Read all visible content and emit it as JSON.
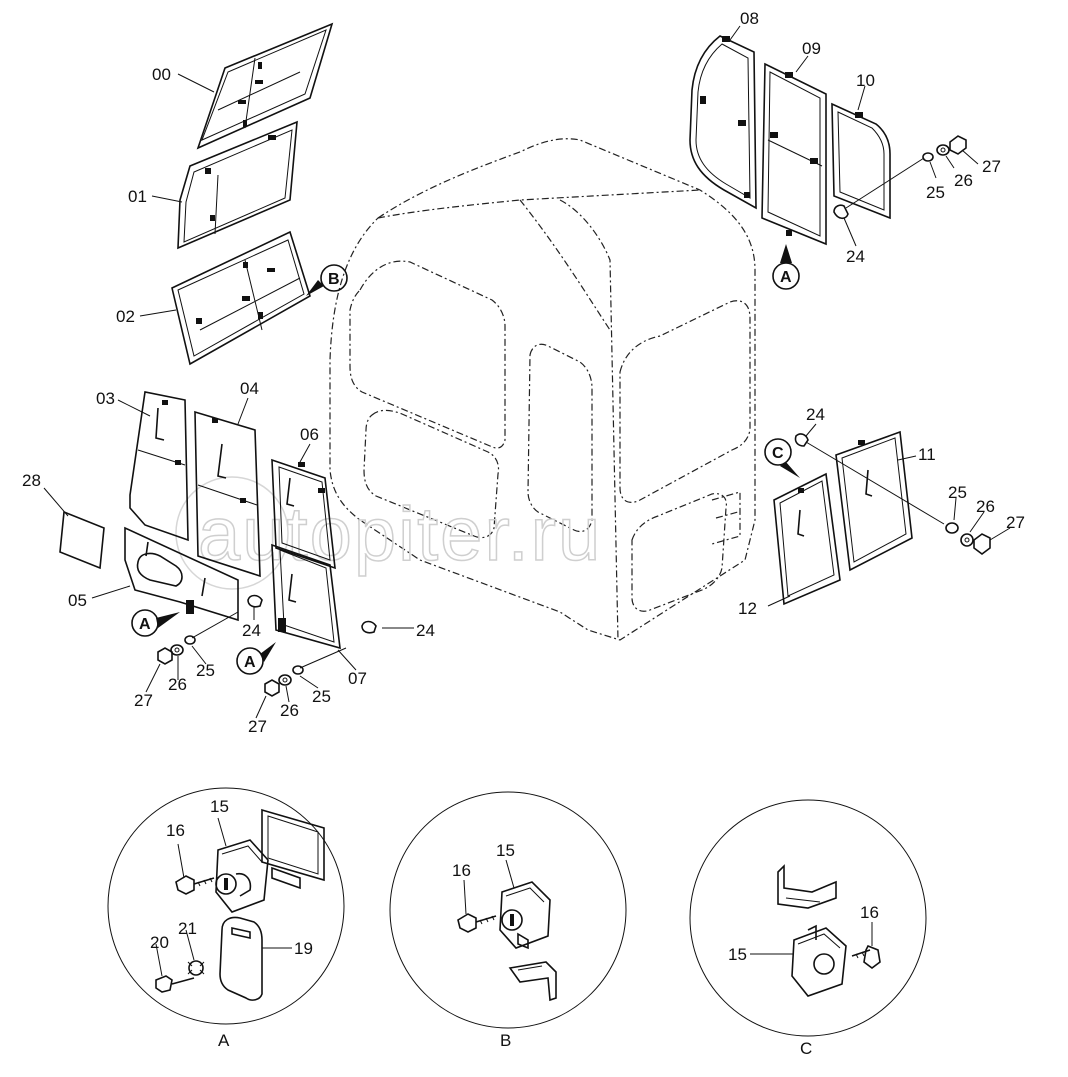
{
  "watermark": "autopiter.ru",
  "parts": {
    "p00": "00",
    "p01": "01",
    "p02": "02",
    "p03": "03",
    "p04": "04",
    "p05": "05",
    "p06": "06",
    "p07": "07",
    "p08": "08",
    "p09": "09",
    "p10": "10",
    "p11": "11",
    "p12": "12",
    "p15": "15",
    "p16": "16",
    "p19": "19",
    "p20": "20",
    "p21": "21",
    "p24": "24",
    "p25": "25",
    "p26": "26",
    "p27": "27",
    "p28": "28"
  },
  "refs": {
    "a": "A",
    "b": "B",
    "c": "C"
  },
  "details": {
    "a": "A",
    "b": "B",
    "c": "C"
  }
}
